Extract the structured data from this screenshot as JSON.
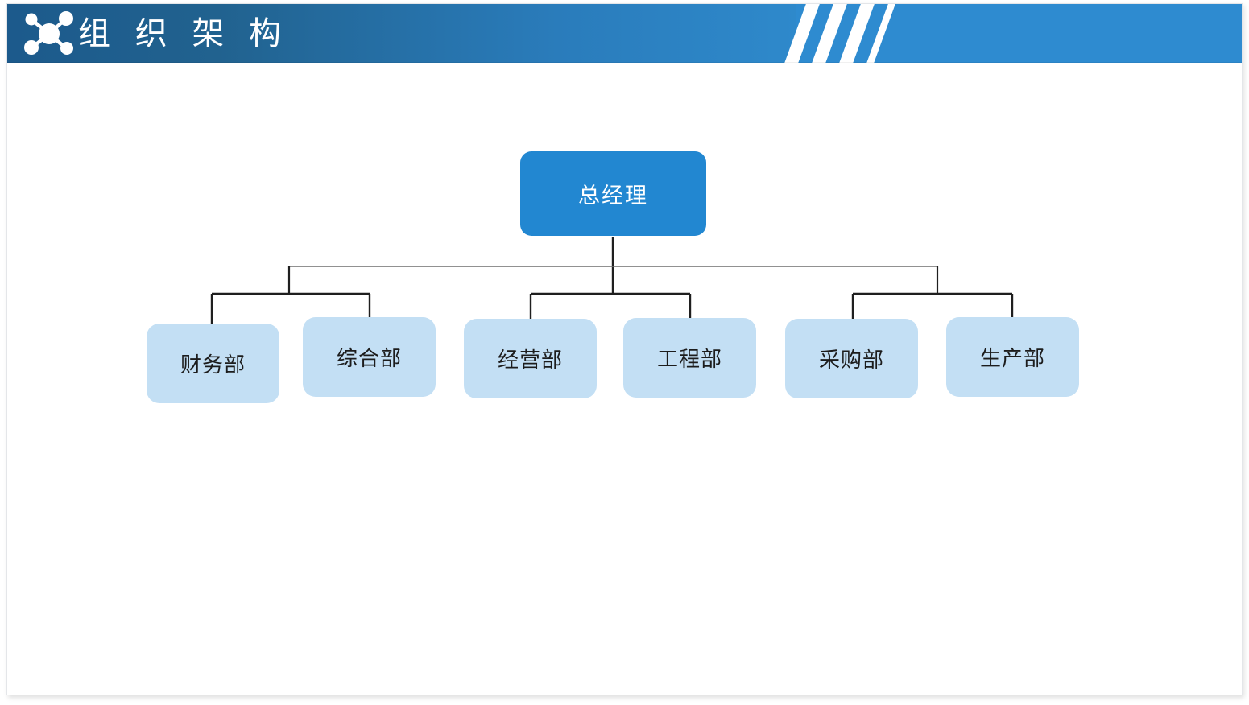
{
  "header": {
    "title": "组 织 架 构",
    "logo_icon": "network-hub-icon",
    "colors": {
      "band_dark_start": "#1c5a8c",
      "band_light": "#2e8bd0",
      "title_text": "#ffffff"
    }
  },
  "chart_data": {
    "type": "diagram",
    "diagram_kind": "organization-chart",
    "title": "组 织 架 构",
    "root": {
      "label": "总经理",
      "fill": "#2287d1",
      "text_color": "#ffffff"
    },
    "departments": [
      {
        "label": "财务部",
        "fill": "#c3dff4",
        "text_color": "#1c1c1c",
        "group": 1
      },
      {
        "label": "综合部",
        "fill": "#c3dff4",
        "text_color": "#1c1c1c",
        "group": 1
      },
      {
        "label": "经营部",
        "fill": "#c3dff4",
        "text_color": "#1c1c1c",
        "group": 2
      },
      {
        "label": "工程部",
        "fill": "#c3dff4",
        "text_color": "#1c1c1c",
        "group": 2
      },
      {
        "label": "采购部",
        "fill": "#c3dff4",
        "text_color": "#1c1c1c",
        "group": 3
      },
      {
        "label": "生产部",
        "fill": "#c3dff4",
        "text_color": "#1c1c1c",
        "group": 3
      }
    ],
    "groups": 3,
    "levels": 2,
    "connector_color": "#1f1f1f",
    "bus_color": "#6d6d6d"
  }
}
